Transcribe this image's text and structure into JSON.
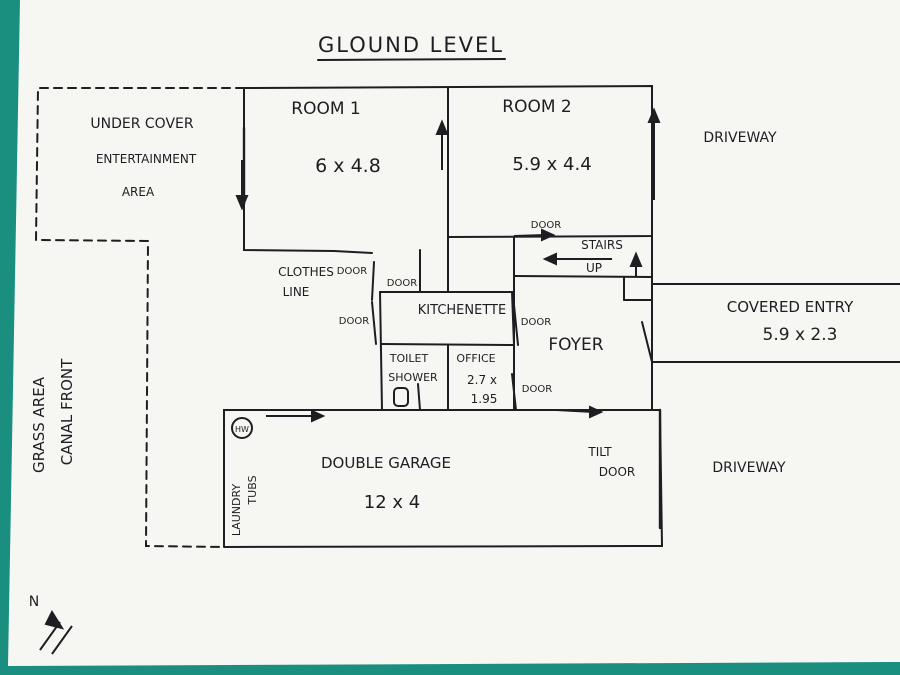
{
  "title": "GLOUND LEVEL",
  "areas": {
    "undercover": [
      "UNDER COVER",
      "ENTERTAINMENT",
      "AREA"
    ],
    "room1": {
      "name": "ROOM 1",
      "size": "6 x 4.8"
    },
    "room2": {
      "name": "ROOM 2",
      "size": "5.9 x 4.4"
    },
    "driveway_top": "DRIVEWAY",
    "driveway_bottom": "DRIVEWAY",
    "covered_entry": {
      "name": "COVERED ENTRY",
      "size": "5.9 x 2.3"
    },
    "stairs": "STAIRS",
    "stairs_dir": "UP",
    "clothes_line": [
      "CLOTHES",
      "LINE"
    ],
    "kitchenette": "KITCHENETTE",
    "foyer": "FOYER",
    "toilet_shower": [
      "TOILET",
      "SHOWER"
    ],
    "office": {
      "name": "OFFICE",
      "size": [
        "2.7 x",
        "1.95"
      ]
    },
    "garage": {
      "name": "DOUBLE GARAGE",
      "size": "12 x 4"
    },
    "tilt_door": [
      "TILT",
      "DOOR"
    ],
    "laundry": [
      "LAUNDRY",
      "TUBS"
    ],
    "hw": "HW",
    "grass": [
      "GRASS AREA",
      "CANAL FRONT"
    ],
    "north": "N"
  },
  "doors": {
    "room2": "DOOR",
    "clothes": "DOOR",
    "kitchen_top": "DOOR",
    "left": "DOOR",
    "foyer": "DOOR",
    "office": "DOOR"
  },
  "colors": {
    "paper": "#f6f7f3",
    "ink": "#1e1e22",
    "background": "#1a8f80"
  }
}
